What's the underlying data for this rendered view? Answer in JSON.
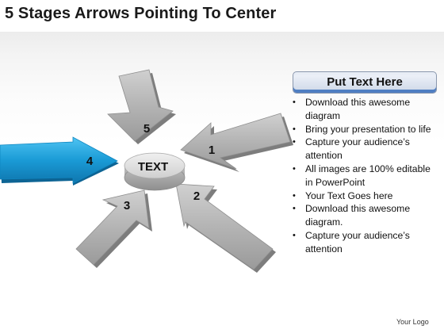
{
  "title": "5 Stages Arrows Pointing To Center",
  "center_label": "TEXT",
  "stages": [
    "1",
    "2",
    "3",
    "4",
    "5"
  ],
  "panel": {
    "heading": "Put Text Here",
    "bullets": [
      "Download this awesome diagram",
      "Bring your presentation to life",
      "Capture your audience’s attention",
      "All images are 100% editable in PowerPoint",
      "Your Text Goes here",
      "Download this awesome diagram.",
      "Capture your audience’s attention"
    ]
  },
  "footer": {
    "logo_text": "Your Logo"
  },
  "colors": {
    "highlight_arrow": "#1a9bd6",
    "gray_arrow": "#b5b5b5",
    "center_disc": "#d6d6d6",
    "panel_accent": "#4f7ec2"
  }
}
